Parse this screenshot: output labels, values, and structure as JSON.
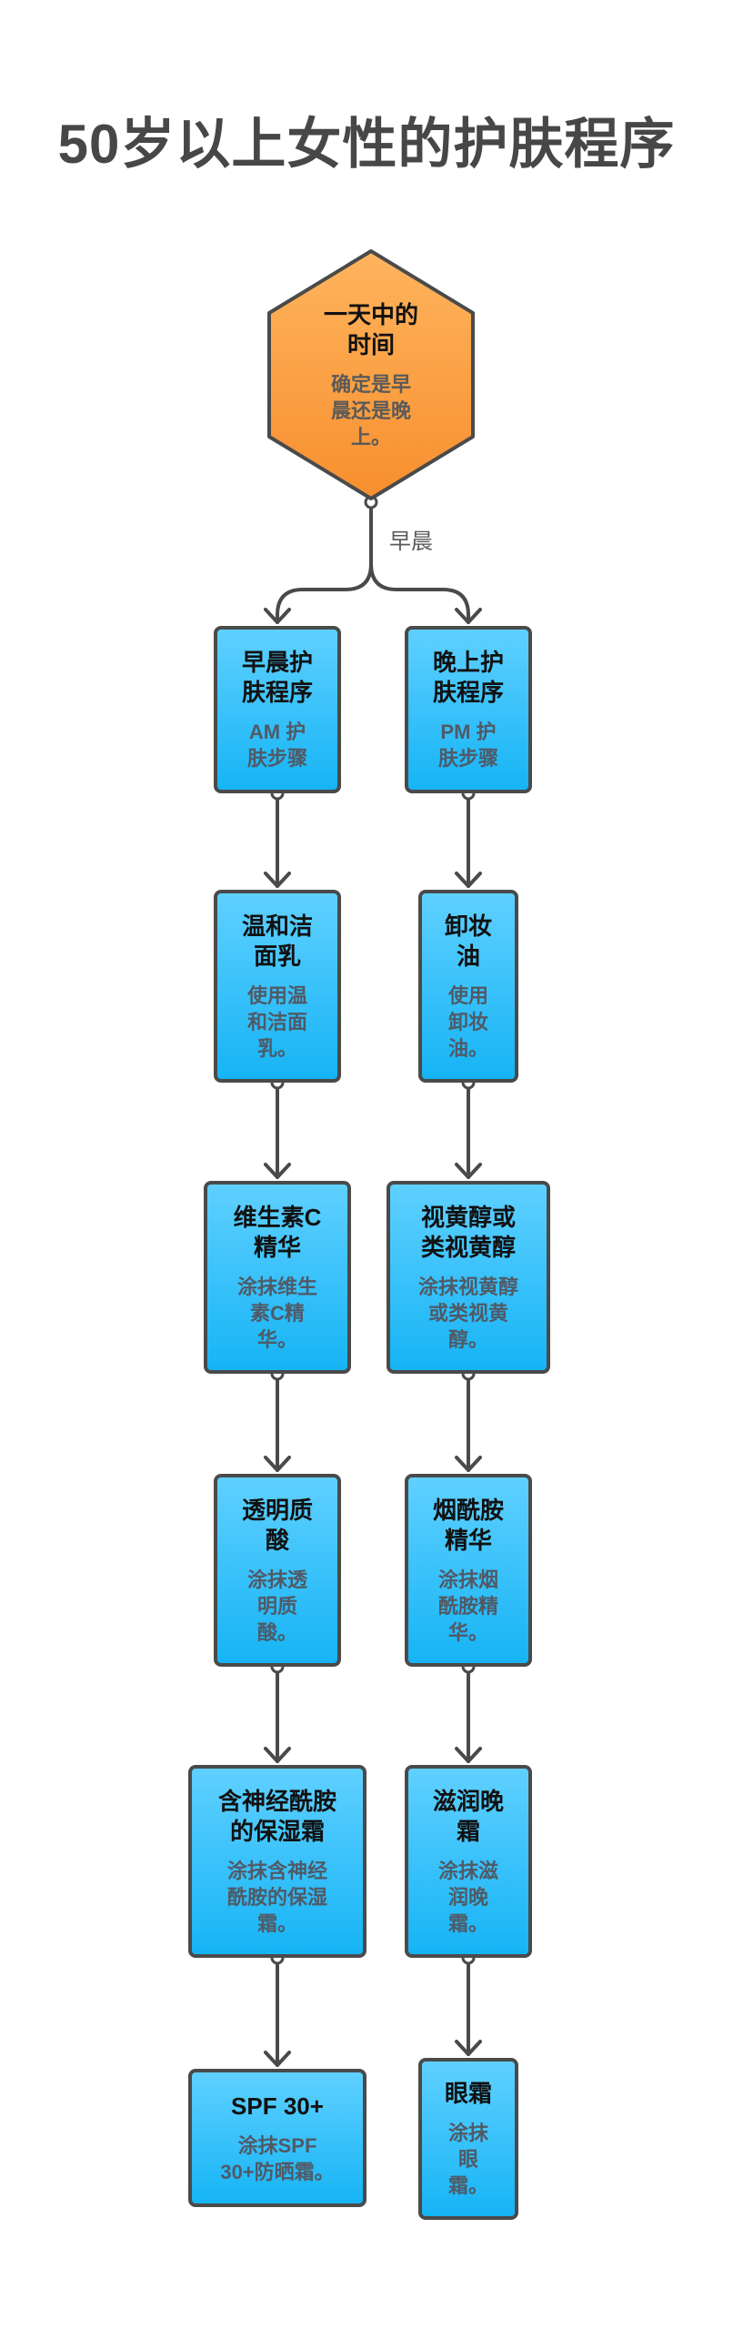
{
  "title": "50岁以上女性的护肤程序",
  "root": {
    "title": "一天中的时间",
    "title_lines": [
      "一天中的",
      "时间"
    ],
    "desc_lines": [
      "确定是早",
      "晨还是晚",
      "上。"
    ]
  },
  "edge_label": "早晨",
  "am_column": [
    {
      "title_lines": [
        "早晨护",
        "肤程序"
      ],
      "desc_lines": [
        "AM 护",
        "肤步骤"
      ]
    },
    {
      "title_lines": [
        "温和洁",
        "面乳"
      ],
      "desc_lines": [
        "使用温",
        "和洁面",
        "乳。"
      ]
    },
    {
      "title_lines": [
        "维生素C",
        "精华"
      ],
      "desc_lines": [
        "涂抹维生",
        "素C精",
        "华。"
      ]
    },
    {
      "title_lines": [
        "透明质",
        "酸"
      ],
      "desc_lines": [
        "涂抹透",
        "明质",
        "酸。"
      ]
    },
    {
      "title_lines": [
        "含神经酰胺",
        "的保湿霜"
      ],
      "desc_lines": [
        "涂抹含神经",
        "酰胺的保湿",
        "霜。"
      ]
    },
    {
      "title_lines": [
        "SPF 30+"
      ],
      "desc_lines": [
        "涂抹SPF",
        "30+防晒霜。"
      ]
    }
  ],
  "pm_column": [
    {
      "title_lines": [
        "晚上护",
        "肤程序"
      ],
      "desc_lines": [
        "PM 护",
        "肤步骤"
      ]
    },
    {
      "title_lines": [
        "卸妆",
        "油"
      ],
      "desc_lines": [
        "使用",
        "卸妆",
        "油。"
      ]
    },
    {
      "title_lines": [
        "视黄醇或",
        "类视黄醇"
      ],
      "desc_lines": [
        "涂抹视黄醇",
        "或类视黄",
        "醇。"
      ]
    },
    {
      "title_lines": [
        "烟酰胺",
        "精华"
      ],
      "desc_lines": [
        "涂抹烟",
        "酰胺精",
        "华。"
      ]
    },
    {
      "title_lines": [
        "滋润晚",
        "霜"
      ],
      "desc_lines": [
        "涂抹滋",
        "润晚",
        "霜。"
      ]
    },
    {
      "title_lines": [
        "眼霜"
      ],
      "desc_lines": [
        "涂抹",
        "眼",
        "霜。"
      ]
    }
  ],
  "colors": {
    "node_fill_top": "#5fd0ff",
    "node_fill_bottom": "#16b4f5",
    "hex_fill_top": "#ffb45e",
    "hex_fill_bottom": "#f78f2e",
    "stroke": "#4a4a4a",
    "title": "#474747"
  }
}
